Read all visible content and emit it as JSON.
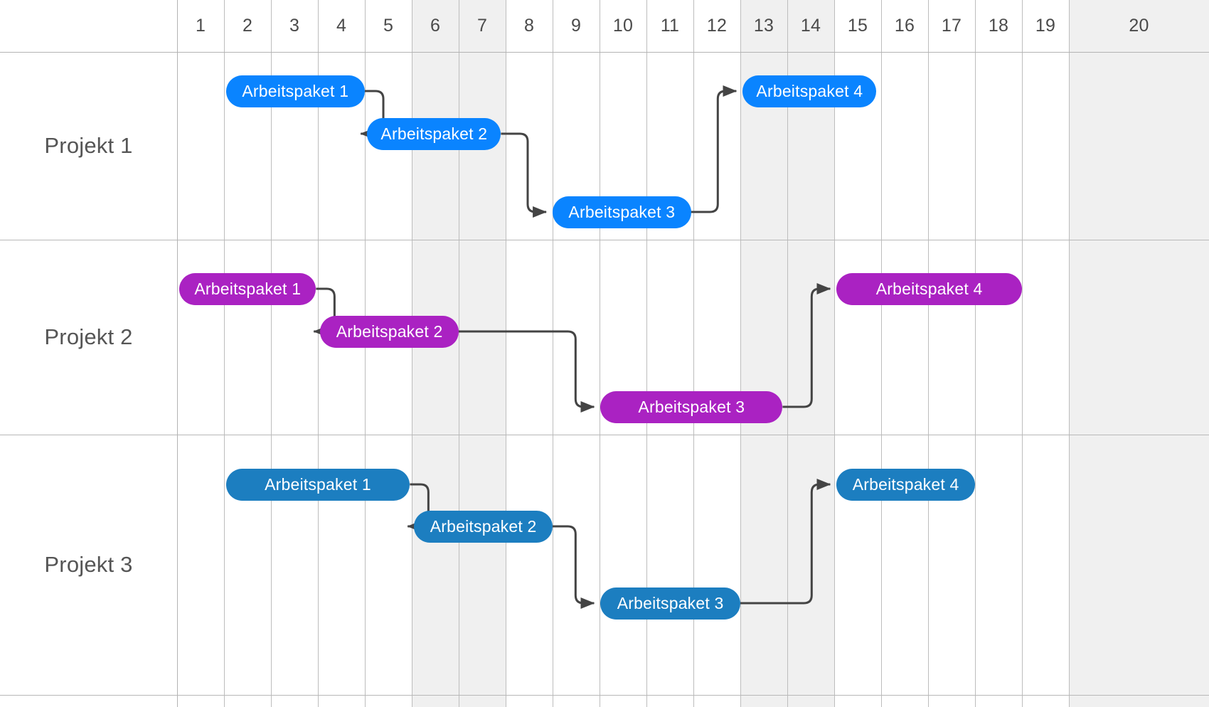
{
  "chart_data": {
    "type": "bar",
    "title": "",
    "xlabel": "",
    "ylabel": "",
    "legend": [],
    "grid": true,
    "timeline": {
      "unit_count": 20,
      "ticks": [
        "1",
        "2",
        "3",
        "4",
        "5",
        "6",
        "7",
        "8",
        "9",
        "10",
        "11",
        "12",
        "13",
        "14",
        "15",
        "16",
        "17",
        "18",
        "19",
        "20"
      ],
      "shaded_units": [
        6,
        7,
        13,
        14,
        20
      ],
      "shaded_color": "#f0f0f0",
      "gridline_color": "#bdbdbd"
    },
    "rows": [
      {
        "label": "Projekt 1",
        "color": "#0a84ff",
        "tasks": [
          {
            "name": "Arbeitspaket 1",
            "start": 2.04,
            "end": 5.0
          },
          {
            "name": "Arbeitspaket 2",
            "start": 5.05,
            "end": 7.9
          },
          {
            "name": "Arbeitspaket 3",
            "start": 9.0,
            "end": 11.95
          },
          {
            "name": "Arbeitspaket 4",
            "start": 13.05,
            "end": 15.9
          }
        ],
        "links": [
          {
            "from": 0,
            "to": 1
          },
          {
            "from": 1,
            "to": 2
          },
          {
            "from": 2,
            "to": 3
          }
        ]
      },
      {
        "label": "Projekt 2",
        "color": "#aa22c2",
        "tasks": [
          {
            "name": "Arbeitspaket 1",
            "start": 1.05,
            "end": 3.96
          },
          {
            "name": "Arbeitspaket 2",
            "start": 4.05,
            "end": 7.0
          },
          {
            "name": "Arbeitspaket 3",
            "start": 10.02,
            "end": 13.9
          },
          {
            "name": "Arbeitspaket 4",
            "start": 15.05,
            "end": 19.0
          }
        ],
        "links": [
          {
            "from": 0,
            "to": 1
          },
          {
            "from": 1,
            "to": 2
          },
          {
            "from": 2,
            "to": 3
          }
        ]
      },
      {
        "label": "Projekt 3",
        "color": "#1c7ec0",
        "tasks": [
          {
            "name": "Arbeitspaket 1",
            "start": 2.04,
            "end": 5.96
          },
          {
            "name": "Arbeitspaket 2",
            "start": 6.05,
            "end": 9.0
          },
          {
            "name": "Arbeitspaket 3",
            "start": 10.02,
            "end": 13.0
          },
          {
            "name": "Arbeitspaket 4",
            "start": 15.05,
            "end": 18.0
          }
        ],
        "links": [
          {
            "from": 0,
            "to": 1
          },
          {
            "from": 1,
            "to": 2
          },
          {
            "from": 2,
            "to": 3
          }
        ]
      }
    ]
  },
  "colors": {
    "link": "#444444",
    "bar_text": "#ffffff",
    "row_label_text": "#555555",
    "header_text": "#4a4a4a",
    "background": "#ffffff",
    "band": "#f0f0f0",
    "gridline": "#bdbdbd",
    "rowline": "#b8b8b8"
  }
}
